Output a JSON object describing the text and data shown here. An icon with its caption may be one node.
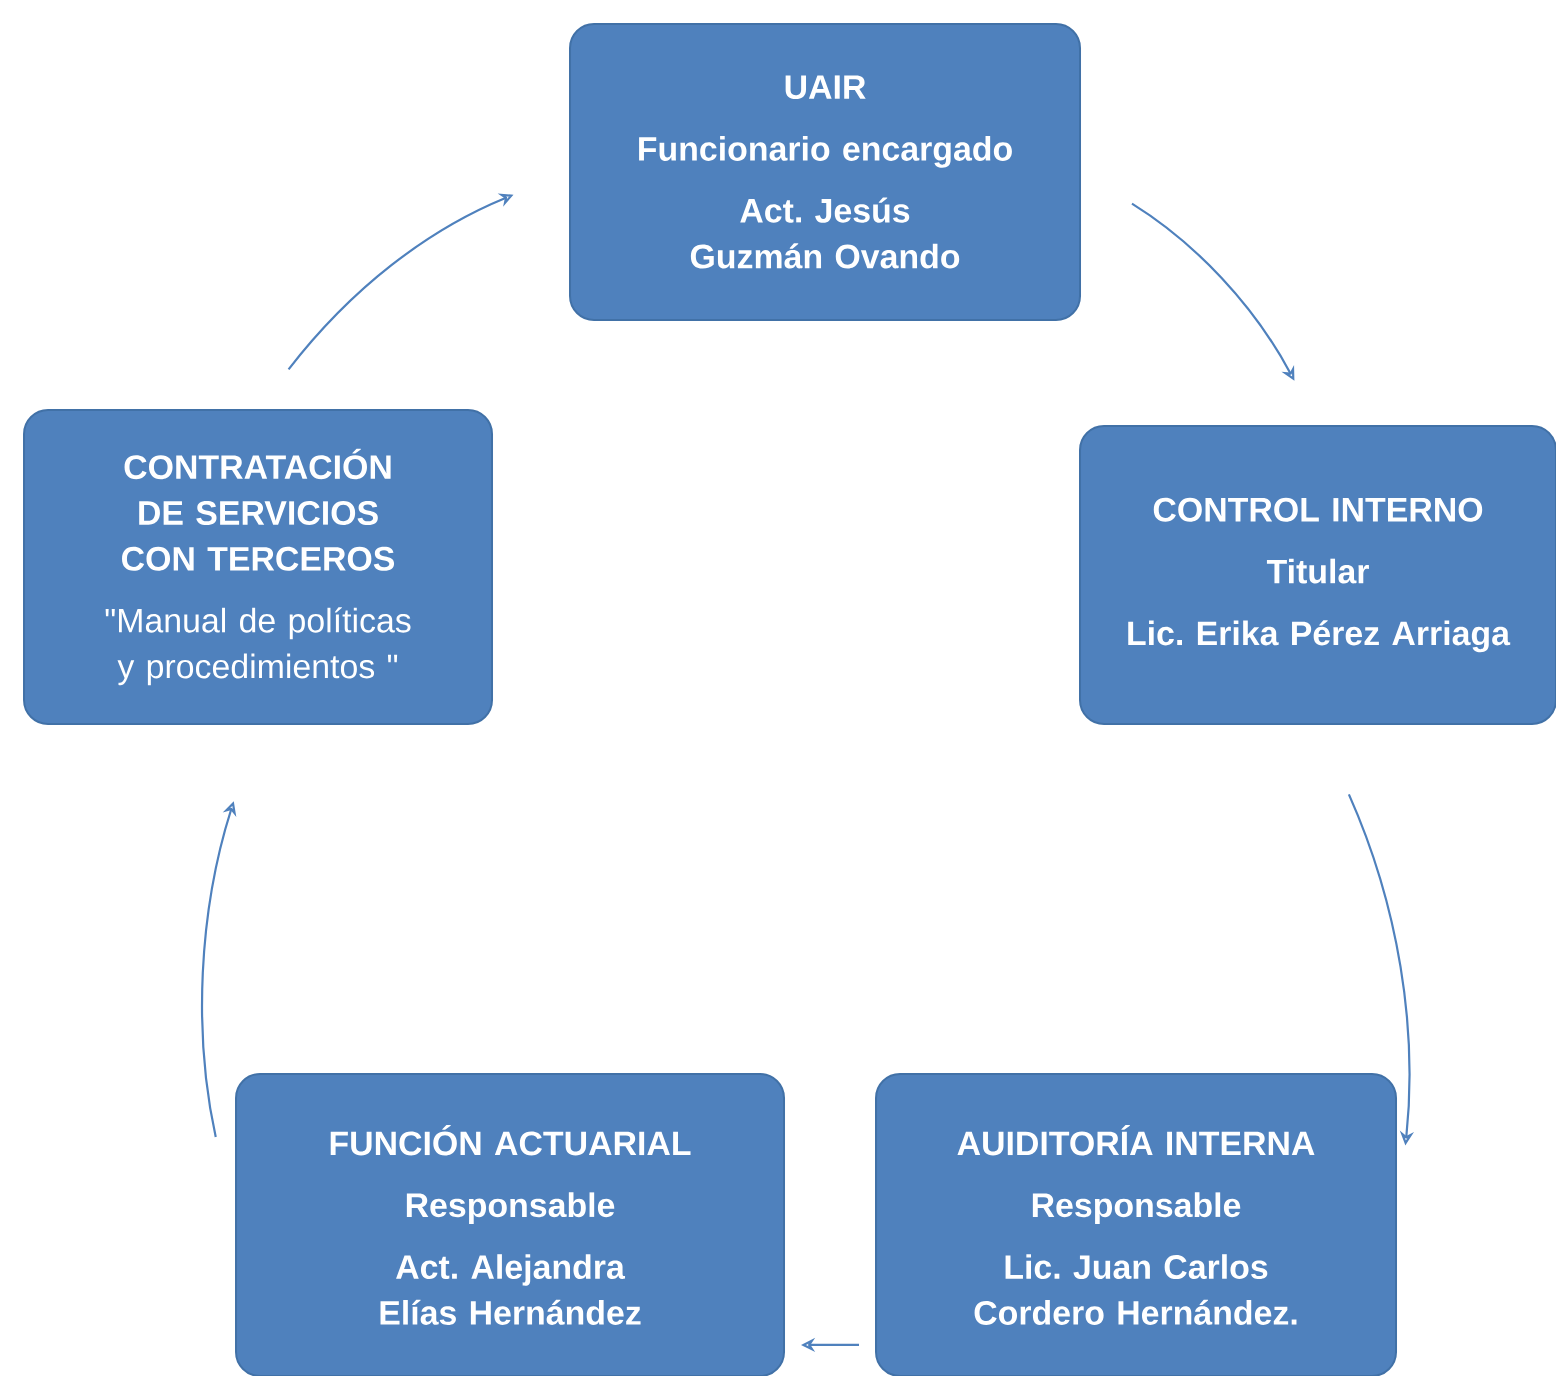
{
  "diagram": {
    "nodes": [
      {
        "text": [
          "UAIR",
          "Funcionario encargado",
          "Act. Jesús Guzmán Ovando"
        ]
      },
      {
        "text": [
          "CONTROL INTERNO",
          "Titular",
          "Lic. Erika Pérez Arriaga"
        ]
      },
      {
        "text": [
          "AUIDITORÍA INTERNA",
          "Responsable",
          "Lic. Juan Carlos Cordero Hernández."
        ]
      },
      {
        "text": [
          "FUNCIÓN ACTUARIAL",
          "Responsable",
          "Act. Alejandra Elías Hernández"
        ]
      },
      {
        "text": [
          "CONTRATACIÓN DE SERVICIOS CON TERCEROS",
          "\"Manual de políticas y procedimientos \""
        ]
      }
    ],
    "edges": [
      {
        "from": 0,
        "to": 1,
        "arrow": "to"
      },
      {
        "from": 1,
        "to": 2,
        "arrow": "to"
      },
      {
        "from": 2,
        "to": 3,
        "arrow": "to"
      },
      {
        "from": 3,
        "to": 4,
        "arrow": "to"
      },
      {
        "from": 4,
        "to": 0,
        "arrow": "to"
      }
    ]
  }
}
